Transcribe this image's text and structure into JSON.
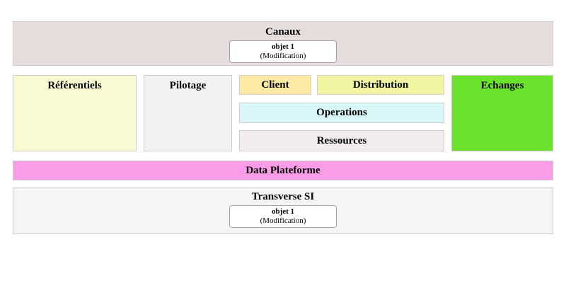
{
  "colors": {
    "canaux_bg": "#e6dedd",
    "referentiels_bg": "#fafad2",
    "pilotage_bg": "#f2f2f2",
    "client_bg": "#fce9a4",
    "distribution_bg": "#f1f5a2",
    "operations_bg": "#d9f6f9",
    "ressources_bg": "#f2ecec",
    "echanges_bg": "#6be22c",
    "data_plateforme_bg": "#fb9ce9",
    "transverse_bg": "#f5f5f5",
    "object_bg": "#ffffff",
    "object_border": "#a3a3a3",
    "band_border": "#d2cdcd"
  },
  "diagram": {
    "canaux": {
      "title": "Canaux",
      "object": {
        "name": "objet 1",
        "detail": "(Modification)"
      }
    },
    "referentiels": {
      "title": "Référentiels"
    },
    "pilotage": {
      "title": "Pilotage"
    },
    "client": {
      "title": "Client"
    },
    "distribution": {
      "title": "Distribution"
    },
    "operations": {
      "title": "Operations"
    },
    "ressources": {
      "title": "Ressources"
    },
    "echanges": {
      "title": "Echanges"
    },
    "data_plateforme": {
      "title": "Data Plateforme"
    },
    "transverse_si": {
      "title": "Transverse SI",
      "object": {
        "name": "objet 1",
        "detail": "(Modification)"
      }
    }
  }
}
